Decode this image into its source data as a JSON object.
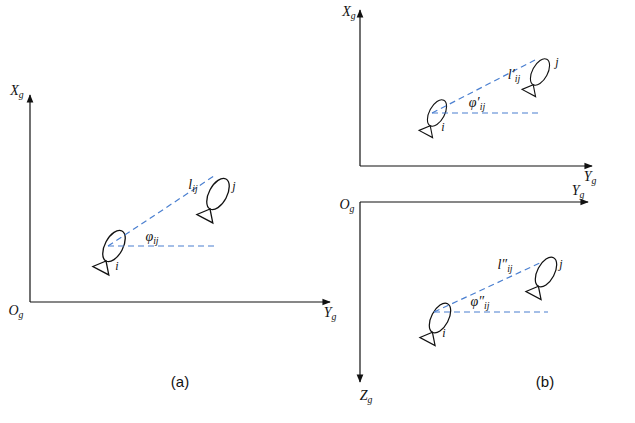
{
  "diagram": {
    "labels": [
      "Xg",
      "Og",
      "Yg",
      "lij",
      "φij",
      "i",
      "j",
      "(a)",
      "Xg",
      "Yg",
      "l′ij",
      "φ′ij",
      "i",
      "j",
      "Og",
      "Yg",
      "Zg",
      "l″ij",
      "φ″ij",
      "i",
      "j",
      "(b)"
    ]
  }
}
